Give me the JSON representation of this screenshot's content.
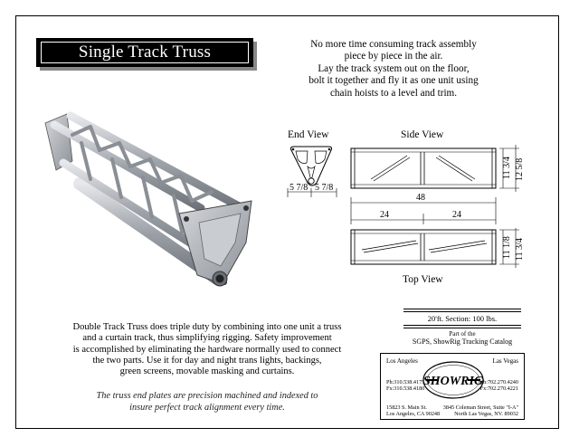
{
  "title": "Single Track Truss",
  "intro_lines": [
    "No more time consuming track assembly",
    "piece by piece in the air.",
    "Lay the track system out on the floor,",
    "bolt it together and fly it as one unit using",
    "chain hoists to a level and trim."
  ],
  "labels": {
    "end_view": "End View",
    "side_view": "Side View",
    "top_view": "Top View"
  },
  "dimensions": {
    "end_left": "5 7/8",
    "end_right": "5 7/8",
    "side_height_inner": "11 3/4",
    "side_height_outer": "12 5/8",
    "overall_length": "48",
    "half_left": "24",
    "half_right": "24",
    "top_height_inner": "11 1/8",
    "top_height_outer": "11 3/4"
  },
  "body_lines": [
    "Double Track Truss does triple duty by combining into one unit a truss",
    "and a curtain track, thus simplifying rigging. Safety improvement",
    "is accomplished by eliminating the hardware normally used to connect",
    "the two parts. Use it for day and night trans lights, backings,",
    "green screens, movable masking and curtains."
  ],
  "italic_lines": [
    "The truss end plates are precision machined and indexed to",
    "insure perfect track alignment every time."
  ],
  "section": {
    "weight": "20'ft. Section:  100 lbs.",
    "part_of": "Part of the",
    "catalog": "SGPS, ShowRig Tracking Catalog"
  },
  "contact": {
    "la_heading": "Los Angeles",
    "lv_heading": "Las Vegas",
    "la_phone": "Ph:310.538.4175",
    "la_fax": "Fx:310.538.4180",
    "lv_phone": "Ph:702.270.4240",
    "lv_fax": "Fx:702.270.4221",
    "la_address_1": "15823 S. Main St.",
    "la_address_2": "Los Angeles, CA 90248",
    "lv_address_1": "3845 Coleman Street, Suite \"I-A\"",
    "lv_address_2": "North Las Vegas, NV. 89032",
    "logo_text": "SHOWRIG"
  },
  "colors": {
    "title_bg": "#000000",
    "truss_metal": "#b8bcc2",
    "line": "#000000"
  }
}
